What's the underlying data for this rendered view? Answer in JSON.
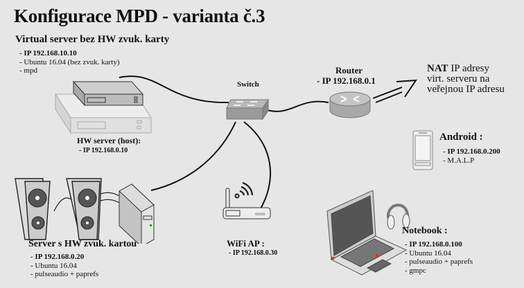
{
  "title": "Konfigurace MPD - varianta č.3",
  "virtual_server": {
    "heading": "Virtual server bez HW zvuk. karty",
    "lines": [
      "- IP 192.168.10.10",
      "- Ubuntu 16.04 (bez zvuk. karty)",
      "- mpd"
    ]
  },
  "hw_server": {
    "heading": "HW server  (host):",
    "ip": "- IP 192.168.0.10"
  },
  "switch": {
    "label": "Switch"
  },
  "router": {
    "label": "Router",
    "ip": "- IP 192.168.0.1"
  },
  "nat": {
    "bold": "NAT",
    "line1_rest": " IP adresy",
    "line2": "virt. serveru na",
    "line3": "veřejnou IP adresu"
  },
  "android": {
    "heading": "Android :",
    "ip": "- IP 192.168.0.200",
    "app": "- M.A.L.P"
  },
  "sound_server": {
    "heading": "Server s HW zvuk. kartou",
    "lines": [
      "- IP 192.168.0.20",
      "- Ubuntu 16.04",
      "- pulseaudio + paprefs"
    ]
  },
  "wifi_ap": {
    "heading": "WiFi AP :",
    "ip": "- IP 192.168.0.30"
  },
  "notebook": {
    "heading": "Notebook :",
    "lines": [
      "- IP 192.168.0.100",
      "- Ubuntu 16.04",
      "- pulseaudio + paprefs",
      "- gmpc"
    ]
  },
  "colors": {
    "background": "#e6e6e6",
    "text": "#111111",
    "device_gray": "#c8c8c8",
    "led_green": "#22aa22",
    "led_red": "#dd3311"
  }
}
